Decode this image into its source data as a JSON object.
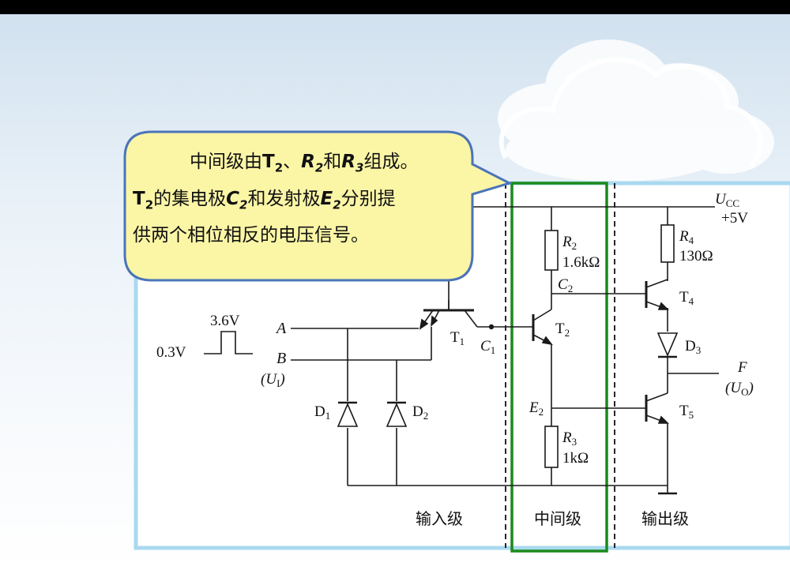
{
  "callout": {
    "line1_a": "中间级由",
    "line1_T": "T",
    "line1_T_sub": "2",
    "line1_sep": "、",
    "line1_R2": "R",
    "line1_R2_sub": "2",
    "line1_and": "和",
    "line1_R3": "R",
    "line1_R3_sub": "3",
    "line1_end": "组成。",
    "line2_T": "T",
    "line2_T_sub": "2",
    "line2_a": "的集电极",
    "line2_C": "C",
    "line2_C_sub": "2",
    "line2_b": "和发射极",
    "line2_E": "E",
    "line2_E_sub": "2",
    "line2_c": "分别提",
    "line3": "供两个相位相反的电压信号。"
  },
  "circuit": {
    "ucc": "U",
    "ucc_sub": "CC",
    "ucc_value": "+5V",
    "r2_name": "R",
    "r2_sub": "2",
    "r2_value": "1.6kΩ",
    "r4_name": "R",
    "r4_sub": "4",
    "r4_value": "130Ω",
    "r3_name": "R",
    "r3_sub": "3",
    "r3_value": "1kΩ",
    "c2": "C",
    "c2_sub": "2",
    "e2": "E",
    "e2_sub": "2",
    "c1": "C",
    "c1_sub": "1",
    "t1": "T",
    "t1_sub": "1",
    "t2": "T",
    "t2_sub": "2",
    "t4": "T",
    "t4_sub": "4",
    "t5": "T",
    "t5_sub": "5",
    "d1": "D",
    "d1_sub": "1",
    "d2": "D",
    "d2_sub": "2",
    "d3": "D",
    "d3_sub": "3",
    "input_a": "A",
    "input_b": "B",
    "ui_open": "(U",
    "ui_sub": "I",
    "ui_close": ")",
    "output_f": "F",
    "uo_open": "(U",
    "uo_sub": "O",
    "uo_close": ")",
    "pulse_high": "3.6V",
    "pulse_low": "0.3V",
    "stage_input": "输入级",
    "stage_middle": "中间级",
    "stage_output": "输出级"
  },
  "colors": {
    "callout_fill": "#fbf6a6",
    "callout_border": "#4b74b8",
    "highlight_box": "#1a8a1a",
    "frame": "#a9d9f0",
    "wire": "#1a1a1a"
  }
}
